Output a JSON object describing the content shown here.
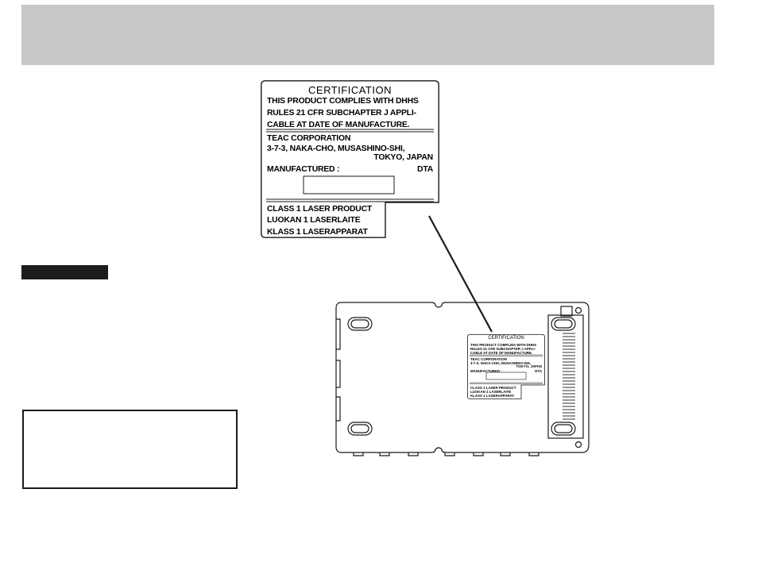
{
  "label": {
    "title": "CERTIFICATION",
    "compliance_lines": [
      "THIS PRODUCT COMPLIES WITH DHHS",
      "RULES 21 CFR SUBCHAPTER J APPLI-",
      "CABLE AT DATE OF MANUFACTURE."
    ],
    "company_lines": [
      "TEAC CORPORATION",
      "3-7-3, NAKA-CHO, MUSASHINO-SHI,",
      "TOKYO, JAPAN"
    ],
    "manufactured_label": "MANUFACTURED :",
    "dta": "DTA",
    "laser_lines": [
      "CLASS 1 LASER PRODUCT",
      "LUOKAN 1 LASERLAITE",
      "KLASS 1 LASERAPPARAT"
    ]
  },
  "colors": {
    "header_band": "#c8c8c8",
    "black_tab": "#1c1c1c",
    "line": "#1a1a1a"
  }
}
